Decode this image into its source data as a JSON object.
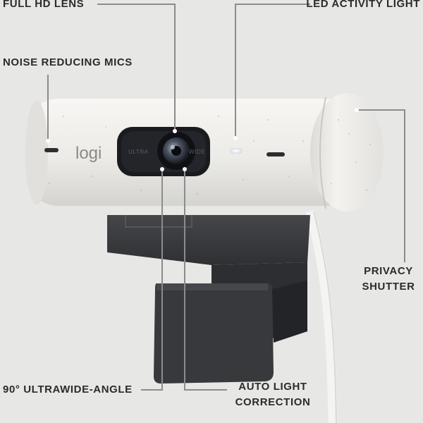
{
  "labels": {
    "full_hd_lens": "FULL HD LENS",
    "led_activity_light": "LED ACTIVITY LIGHT",
    "noise_reducing_mics": "NOISE REDUCING MICS",
    "privacy_shutter_line1": "PRIVACY",
    "privacy_shutter_line2": "SHUTTER",
    "ultrawide_angle": "90° ULTRAWIDE-ANGLE",
    "auto_light_line1": "AUTO LIGHT",
    "auto_light_line2": "CORRECTION"
  },
  "camera": {
    "brand": "logi",
    "lens_left_text": "ULTRA",
    "lens_right_text": "WIDE"
  },
  "colors": {
    "background": "#e7e7e5",
    "camera_body": "#ecebe7",
    "mount": "#3a3b3d",
    "callout_line": "#8c8c8c",
    "label_text": "#2b2b2b"
  }
}
